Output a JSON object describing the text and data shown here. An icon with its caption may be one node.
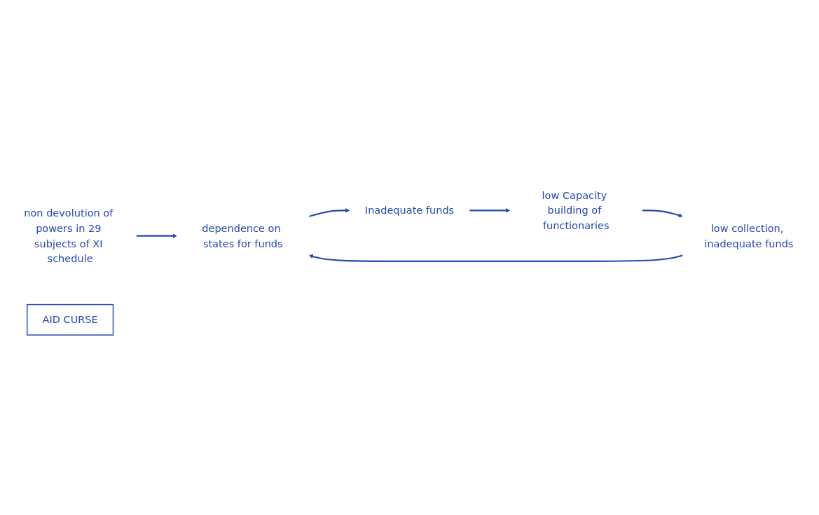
{
  "diagram": {
    "nodes": [
      {
        "text": [
          "non devolution of powers in 29 subjects of XI schedule"
        ]
      },
      {
        "text": [
          "dependence on states for funds"
        ]
      },
      {
        "text": [
          "Inadequate funds"
        ]
      },
      {
        "text": [
          "low Capacity building of functionaries"
        ]
      },
      {
        "text": [
          "low collection, inadequate funds"
        ]
      },
      {
        "text": [
          "AID CURSE"
        ]
      }
    ],
    "edges": [
      {
        "from": 0,
        "to": 1,
        "arrow": "to"
      },
      {
        "from": 1,
        "to": 2,
        "arrow": "to"
      },
      {
        "from": 2,
        "to": 3,
        "arrow": "to"
      },
      {
        "from": 3,
        "to": 4,
        "arrow": "to"
      },
      {
        "from": 4,
        "to": 1,
        "arrow": "to"
      }
    ]
  }
}
